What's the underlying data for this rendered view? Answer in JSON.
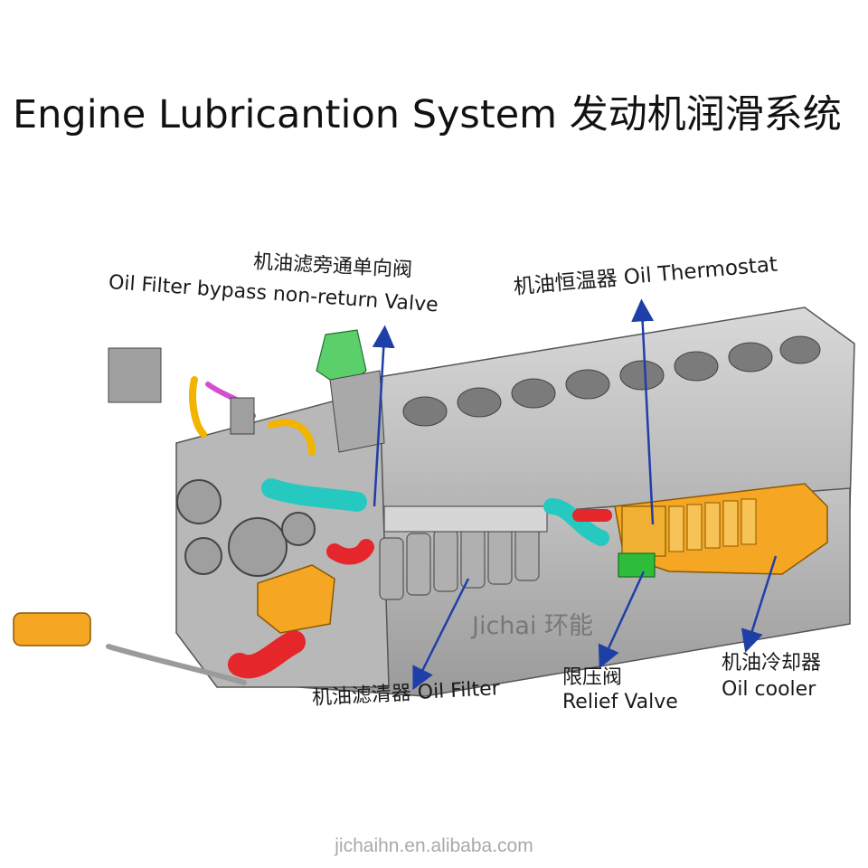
{
  "title": "Engine Lubricantion System 发动机润滑系统",
  "labels": {
    "bypass_cn": "机油滤旁通单向阀",
    "bypass_en": "Oil Filter bypass non-return Valve",
    "thermostat": "机油恒温器 Oil Thermostat",
    "filter": "机油滤清器 Oil Filter",
    "relief_cn": "限压阀",
    "relief_en": "Relief Valve",
    "cooler_cn": "机油冷却器",
    "cooler_en": "Oil cooler"
  },
  "watermark": "Jichai 环能",
  "footer": "jichaihn.en.alibaba.com",
  "colors": {
    "arrow": "#1f3fa8",
    "block": "#c9c9c9",
    "cooler": "#f5a623",
    "pipe_cyan": "#25c9c0",
    "pipe_red": "#e5262b",
    "relief_green": "#2ebd3a",
    "pipe_yellow": "#f2b400",
    "pipe_magenta": "#d44fd0"
  }
}
